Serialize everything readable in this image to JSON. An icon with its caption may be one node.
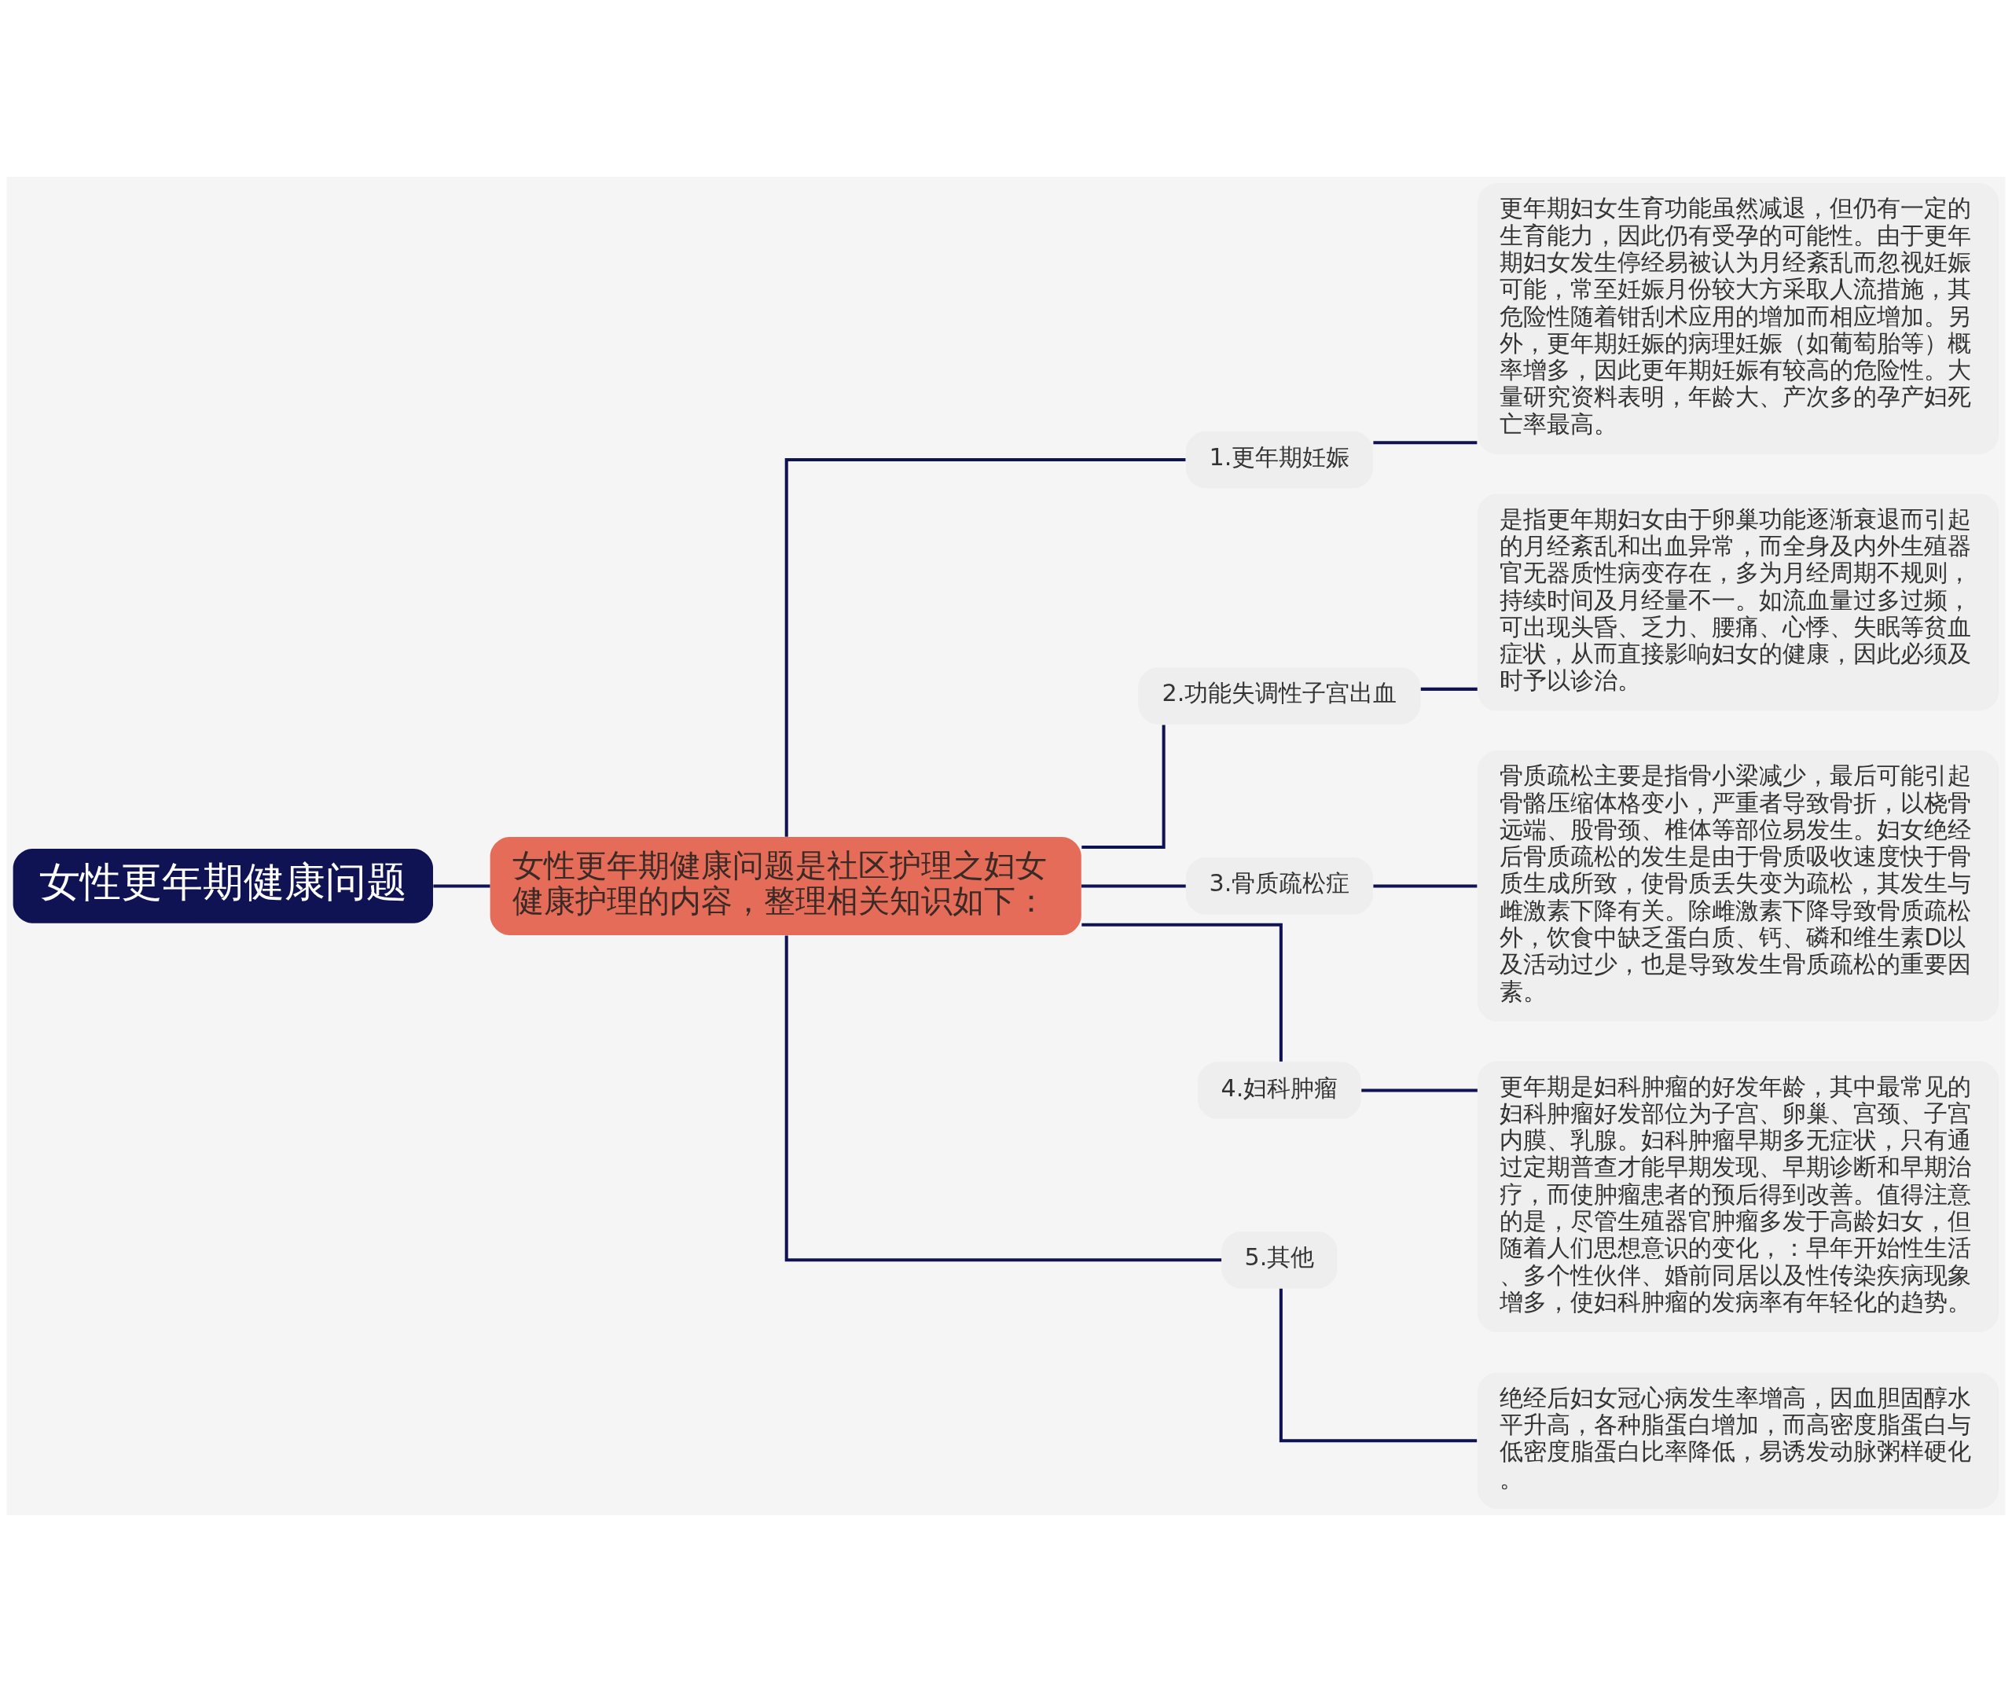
{
  "diagram": {
    "nodes": [
      {
        "text": [
          "女性更年期健康问题"
        ]
      },
      {
        "text": [
          "女性更年期健康问题是社区护理之妇女健康护理的内容，整理相关知识如下："
        ]
      },
      {
        "text": [
          "1.更年期妊娠"
        ]
      },
      {
        "text": [
          "2.功能失调性子宫出血"
        ]
      },
      {
        "text": [
          "3.骨质疏松症"
        ]
      },
      {
        "text": [
          "4.妇科肿瘤"
        ]
      },
      {
        "text": [
          "5.其他"
        ]
      },
      {
        "text": [
          "更年期妇女生育功能虽然减退，但仍有一定的生育能力，因此仍有受孕的可能性。由于更年期妇女发生停经易被认为月经紊乱而忽视妊娠可能，常至妊娠月份较大方采取人流措施，其危险性随着钳刮术应用的增加而相应增加。另外，更年期妊娠的病理妊娠（如葡萄胎等）概率增多，因此更年期妊娠有较高的危险性。大量研究资料表明，年龄大、产次多的孕产妇死亡率最高。"
        ]
      },
      {
        "text": [
          "是指更年期妇女由于卵巢功能逐渐衰退而引起的月经紊乱和出血异常，而全身及内外生殖器官无器质性病变存在，多为月经周期不规则，持续时间及月经量不一。如流血量过多过频，可出现头昏、乏力、腰痛、心悸、失眠等贫血症状，从而直接影响妇女的健康，因此必须及时予以诊治。"
        ]
      },
      {
        "text": [
          "骨质疏松主要是指骨小梁减少，最后可能引起骨骼压缩体格变小，严重者导致骨折，以桡骨远端、股骨颈、椎体等部位易发生。妇女绝经后骨质疏松的发生是由于骨质吸收速度快于骨质生成所致，使骨质丢失变为疏松，其发生与雌激素下降有关。除雌激素下降导致骨质疏松外，饮食中缺乏蛋白质、钙、磷和维生素D以及活动过少，也是导致发生骨质疏松的重要因素。"
        ]
      },
      {
        "text": [
          "更年期是妇科肿瘤的好发年龄，其中最常见的妇科肿瘤好发部位为子宫、卵巢、宫颈、子宫内膜、乳腺。妇科肿瘤早期多无症状，只有通过定期普查才能早期发现、早期诊断和早期治疗，而使肿瘤患者的预后得到改善。值得注意的是，尽管生殖器官肿瘤多发于高龄妇女，但随着人们思想意识的变化，：早年开始性生活、多个性伙伴、婚前同居以及性传染疾病现象增多，使妇科肿瘤的发病率有年轻化的趋势。"
        ]
      },
      {
        "text": [
          "绝经后妇女冠心病发生率增高，因血胆固醇水平升高，各种脂蛋白增加，而高密度脂蛋白与低密度脂蛋白比率降低，易诱发动脉粥样硬化。"
        ]
      }
    ],
    "edges": [
      {
        "from": 0,
        "to": 1,
        "arrow": "none"
      },
      {
        "from": 1,
        "to": 2,
        "arrow": "none"
      },
      {
        "from": 1,
        "to": 3,
        "arrow": "none"
      },
      {
        "from": 1,
        "to": 4,
        "arrow": "none"
      },
      {
        "from": 1,
        "to": 5,
        "arrow": "none"
      },
      {
        "from": 1,
        "to": 6,
        "arrow": "none"
      },
      {
        "from": 2,
        "to": 7,
        "arrow": "none"
      },
      {
        "from": 3,
        "to": 8,
        "arrow": "none"
      },
      {
        "from": 4,
        "to": 9,
        "arrow": "none"
      },
      {
        "from": 5,
        "to": 10,
        "arrow": "none"
      },
      {
        "from": 6,
        "to": 11,
        "arrow": "none"
      }
    ]
  }
}
